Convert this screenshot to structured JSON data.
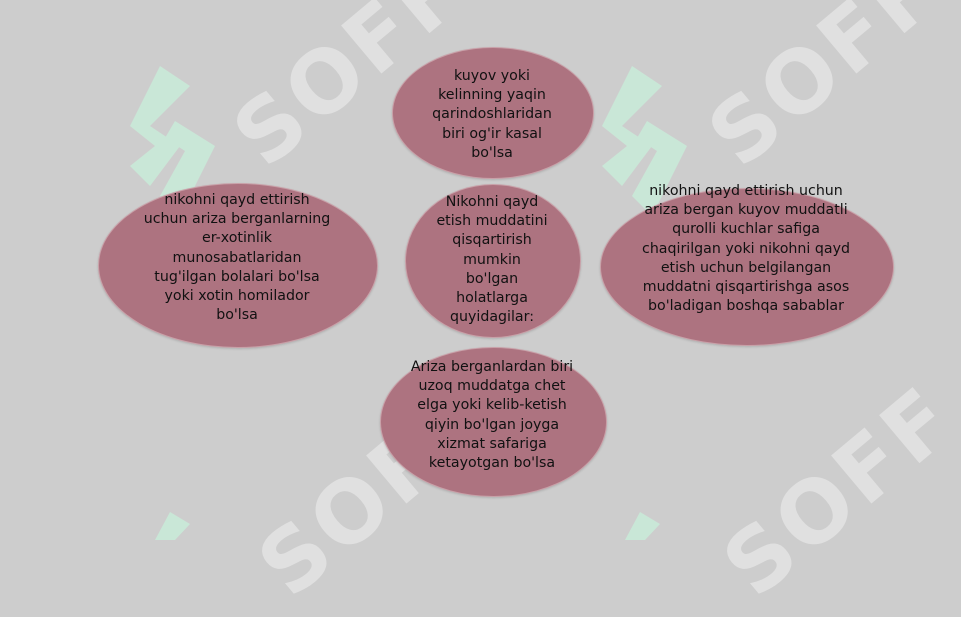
{
  "watermark": {
    "text": "SOFF"
  },
  "center": {
    "text": "Nikohni qayd etish muddatini qisqartirish mumkin bo'lgan holatlarga quyidagilar:"
  },
  "nodes": {
    "top": "kuyov yoki kelinning yaqin qarindoshlaridan biri og'ir kasal bo'lsa",
    "left": "nikohni qayd ettirish uchun ariza berganlarning er-xotinlik munosabatlaridan tug'ilgan bolalari bo'lsa yoki xotin homilador bo'lsa",
    "right": "nikohni qayd ettirish uchun ariza bergan kuyov muddatli qurolli kuchlar safiga chaqirilgan yoki nikohni qayd etish uchun belgilangan muddatni qisqartirishga asos bo'ladigan boshqa sabablar",
    "bottom": "Ariza berganlardan biri uzoq muddatga chet elga yoki kelib-ketish qiyin bo'lgan joyga xizmat safariga ketayotgan bo'lsa"
  }
}
